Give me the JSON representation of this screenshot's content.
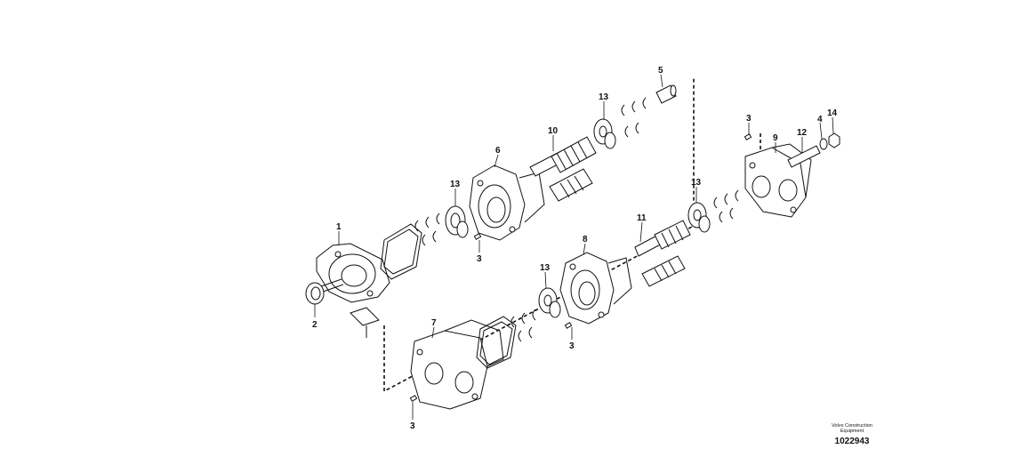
{
  "callouts": [
    {
      "id": "c1",
      "label": "1"
    },
    {
      "id": "c2",
      "label": "2"
    },
    {
      "id": "c3a",
      "label": "3"
    },
    {
      "id": "c3b",
      "label": "3"
    },
    {
      "id": "c3c",
      "label": "3"
    },
    {
      "id": "c3d",
      "label": "3"
    },
    {
      "id": "c4",
      "label": "4"
    },
    {
      "id": "c5",
      "label": "5"
    },
    {
      "id": "c6",
      "label": "6"
    },
    {
      "id": "c7",
      "label": "7"
    },
    {
      "id": "c8",
      "label": "8"
    },
    {
      "id": "c9",
      "label": "9"
    },
    {
      "id": "c10",
      "label": "10"
    },
    {
      "id": "c11",
      "label": "11"
    },
    {
      "id": "c12",
      "label": "12"
    },
    {
      "id": "c13a",
      "label": "13"
    },
    {
      "id": "c13b",
      "label": "13"
    },
    {
      "id": "c13c",
      "label": "13"
    },
    {
      "id": "c13d",
      "label": "13"
    },
    {
      "id": "c14",
      "label": "14"
    }
  ],
  "footer": {
    "brand_line1": "Volvo Construction",
    "brand_line2": "Equipment",
    "drawing_number": "1022943"
  }
}
